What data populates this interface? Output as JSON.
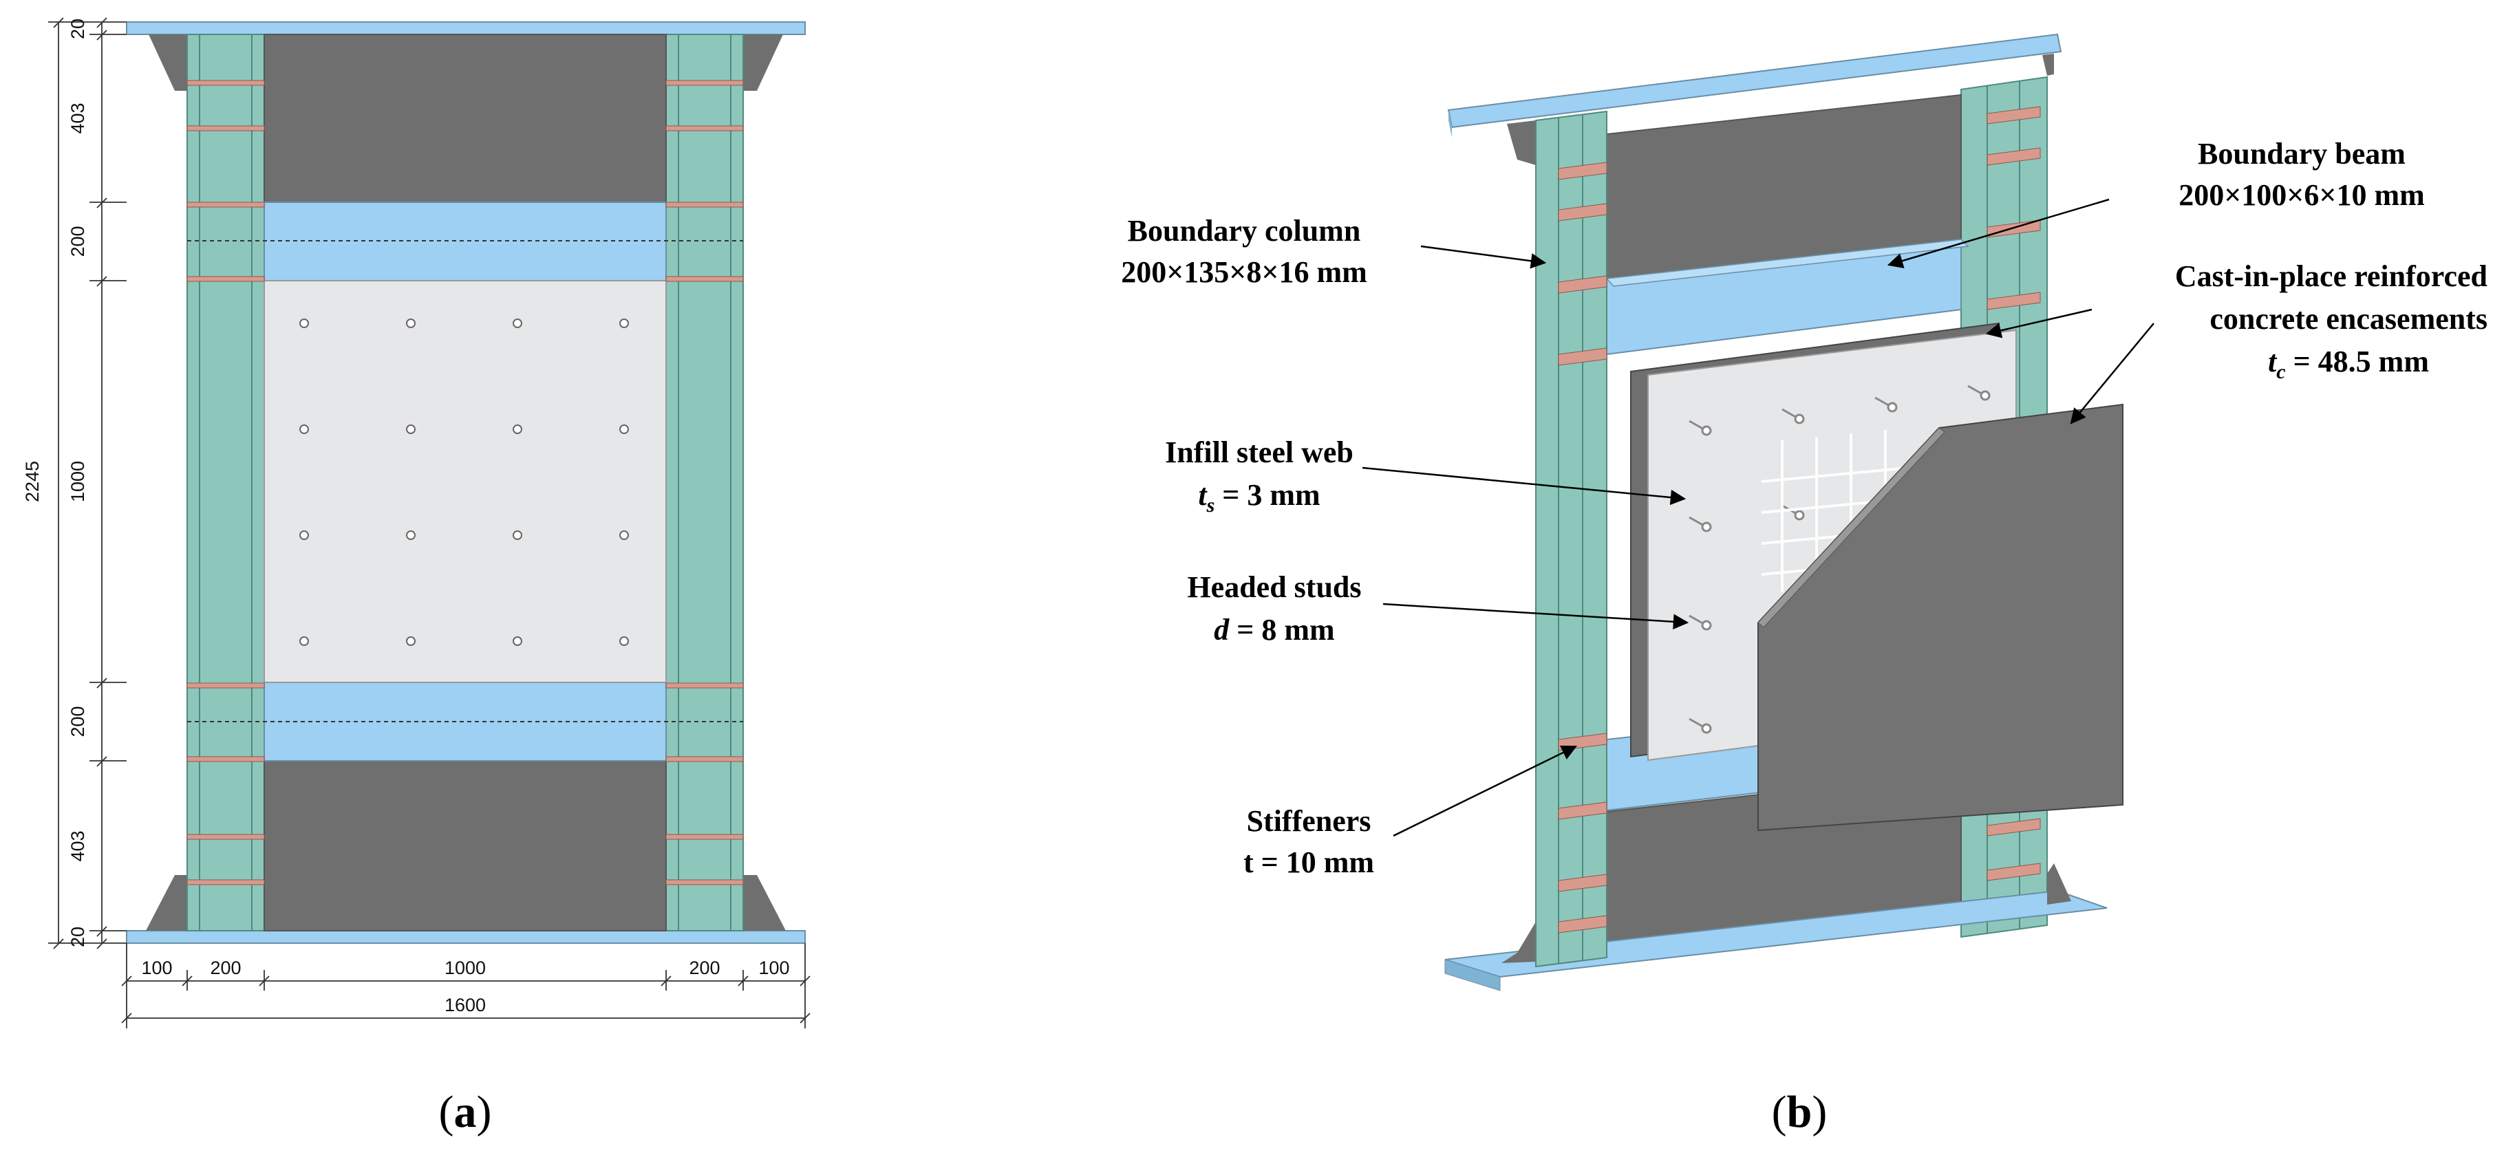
{
  "panel_a": {
    "caption_open": "(",
    "caption_letter": "a",
    "caption_close": ")",
    "vertical_dims": [
      "20",
      "403",
      "200",
      "1000",
      "200",
      "403",
      "20"
    ],
    "total_height": "2245",
    "horizontal_dims": [
      "100",
      "200",
      "1000",
      "200",
      "100"
    ],
    "total_width": "1600"
  },
  "panel_b": {
    "caption_open": "(",
    "caption_letter": "b",
    "caption_close": ")",
    "boundary_beam": {
      "name": "Boundary beam",
      "size": "200×100×6×10 mm"
    },
    "boundary_column": {
      "name": "Boundary column",
      "size": "200×135×8×16 mm"
    },
    "encasement": {
      "name_line1": "Cast-in-place reinforced",
      "name_line2": "concrete encasements",
      "thickness_symbol": "t",
      "thickness_sub": "c",
      "thickness_value": " = 48.5 mm"
    },
    "infill_web": {
      "name": "Infill steel web",
      "thickness_symbol": "t",
      "thickness_sub": "s",
      "thickness_value": " = 3 mm"
    },
    "studs": {
      "name": "Headed studs",
      "diameter_symbol": "d",
      "diameter_value": " = 8 mm"
    },
    "stiffeners": {
      "name": "Stiffeners",
      "thickness": "t = 10 mm"
    }
  },
  "colors": {
    "steel_column": "#8dc7bb",
    "beam_blue": "#9dd0f2",
    "concrete_grey": "#6f6f6f",
    "web_light": "#e6e7e9",
    "stiffener_red": "#d99a8e"
  }
}
